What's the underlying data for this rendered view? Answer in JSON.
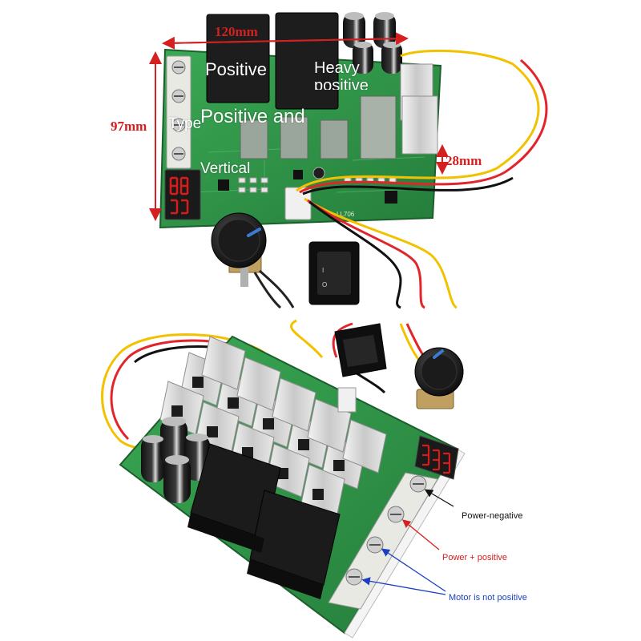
{
  "top_photo": {
    "dimensions": {
      "width": "120mm",
      "height": "97mm",
      "depth": "28mm"
    },
    "overlay_texts": [
      "Positive",
      "Heavy",
      "positive",
      "Type",
      "Positive and",
      "Vertical"
    ],
    "silkscreen": "LL706"
  },
  "bottom_photo": {
    "callouts": {
      "power_negative": "Power-negative",
      "power_positive": "Power + positive",
      "motor": "Motor is not positive"
    }
  },
  "colors": {
    "pcb": "#2f9a4a",
    "dimension": "#d42020",
    "arrow_negative": "#111111",
    "arrow_positive": "#d42020",
    "arrow_motor": "#1a3fc2"
  },
  "icons": [
    "knob-icon",
    "rocker-switch-icon",
    "seven-segment-display-icon",
    "capacitor-icon",
    "relay-icon",
    "heatsink-icon",
    "screw-terminal-icon"
  ]
}
